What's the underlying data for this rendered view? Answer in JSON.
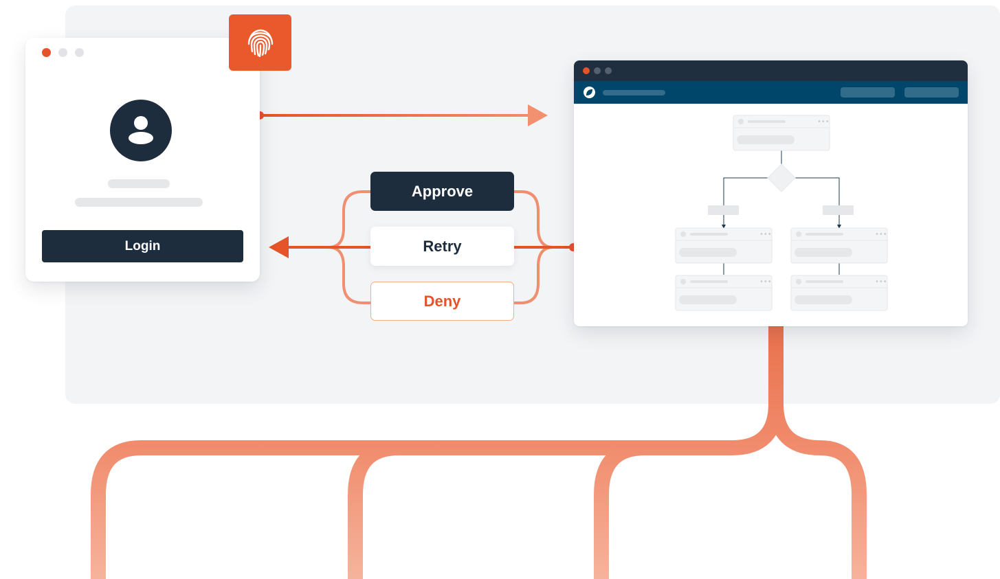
{
  "decisions": {
    "approve_label": "Approve",
    "retry_label": "Retry",
    "deny_label": "Deny"
  },
  "login": {
    "button_label": "Login"
  },
  "colors": {
    "accent": "#e4532a",
    "navy": "#1e2d3d",
    "app_bar": "#00456a",
    "wire": "#f08a6a",
    "panel_bg": "#f3f4f6"
  },
  "icons": {
    "badge": "fingerprint-icon",
    "avatar": "user-icon",
    "app": "app-logo-icon"
  }
}
